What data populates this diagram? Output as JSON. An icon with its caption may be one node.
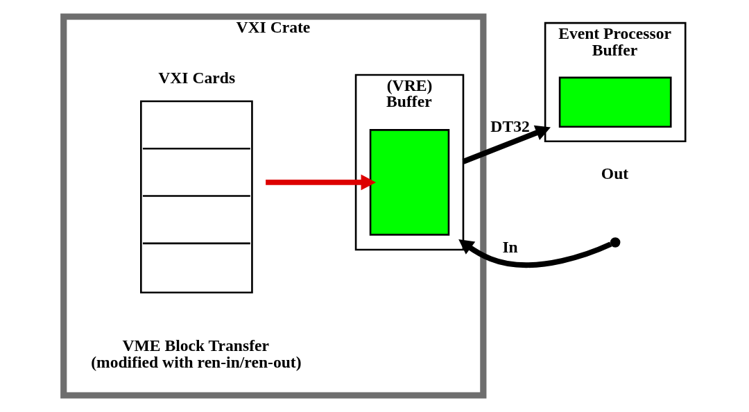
{
  "diagram": {
    "nodes": [
      {
        "text": [
          "VXI Crate"
        ]
      },
      {
        "text": [
          "VXI Cards"
        ],
        "in": 0
      },
      {
        "text": [
          "(VRE)",
          "Buffer"
        ],
        "in": 0
      },
      {
        "text": [],
        "shape": "box",
        "in": 2
      },
      {
        "text": [
          "Event Processor",
          "Buffer"
        ]
      },
      {
        "text": [],
        "shape": "box",
        "in": 4
      }
    ],
    "edges": [
      {
        "from": 1,
        "to": 3,
        "arrow": "to",
        "color": "#dd0000"
      },
      {
        "from": null,
        "to": 2,
        "arrow": "to",
        "label": "In"
      },
      {
        "from": 2,
        "to": 4,
        "arrow": "to",
        "label": "DT32"
      }
    ],
    "labels": [
      "Out",
      "VME Block Transfer (modified with ren-in/ren-out)"
    ]
  }
}
